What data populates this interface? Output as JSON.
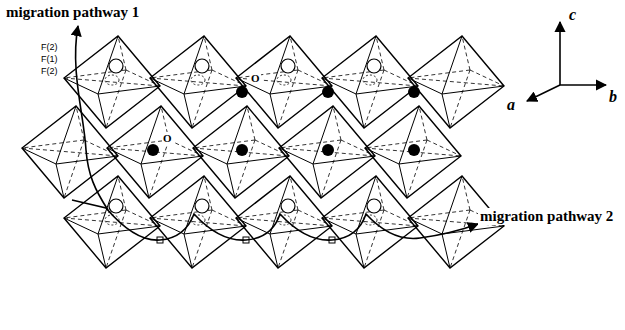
{
  "diagram": {
    "labels": [
      "migration pathway 1",
      "F(2)",
      "F(1)",
      "F(2)",
      "O",
      "O",
      "c",
      "a",
      "b",
      "migration pathway 2"
    ]
  }
}
